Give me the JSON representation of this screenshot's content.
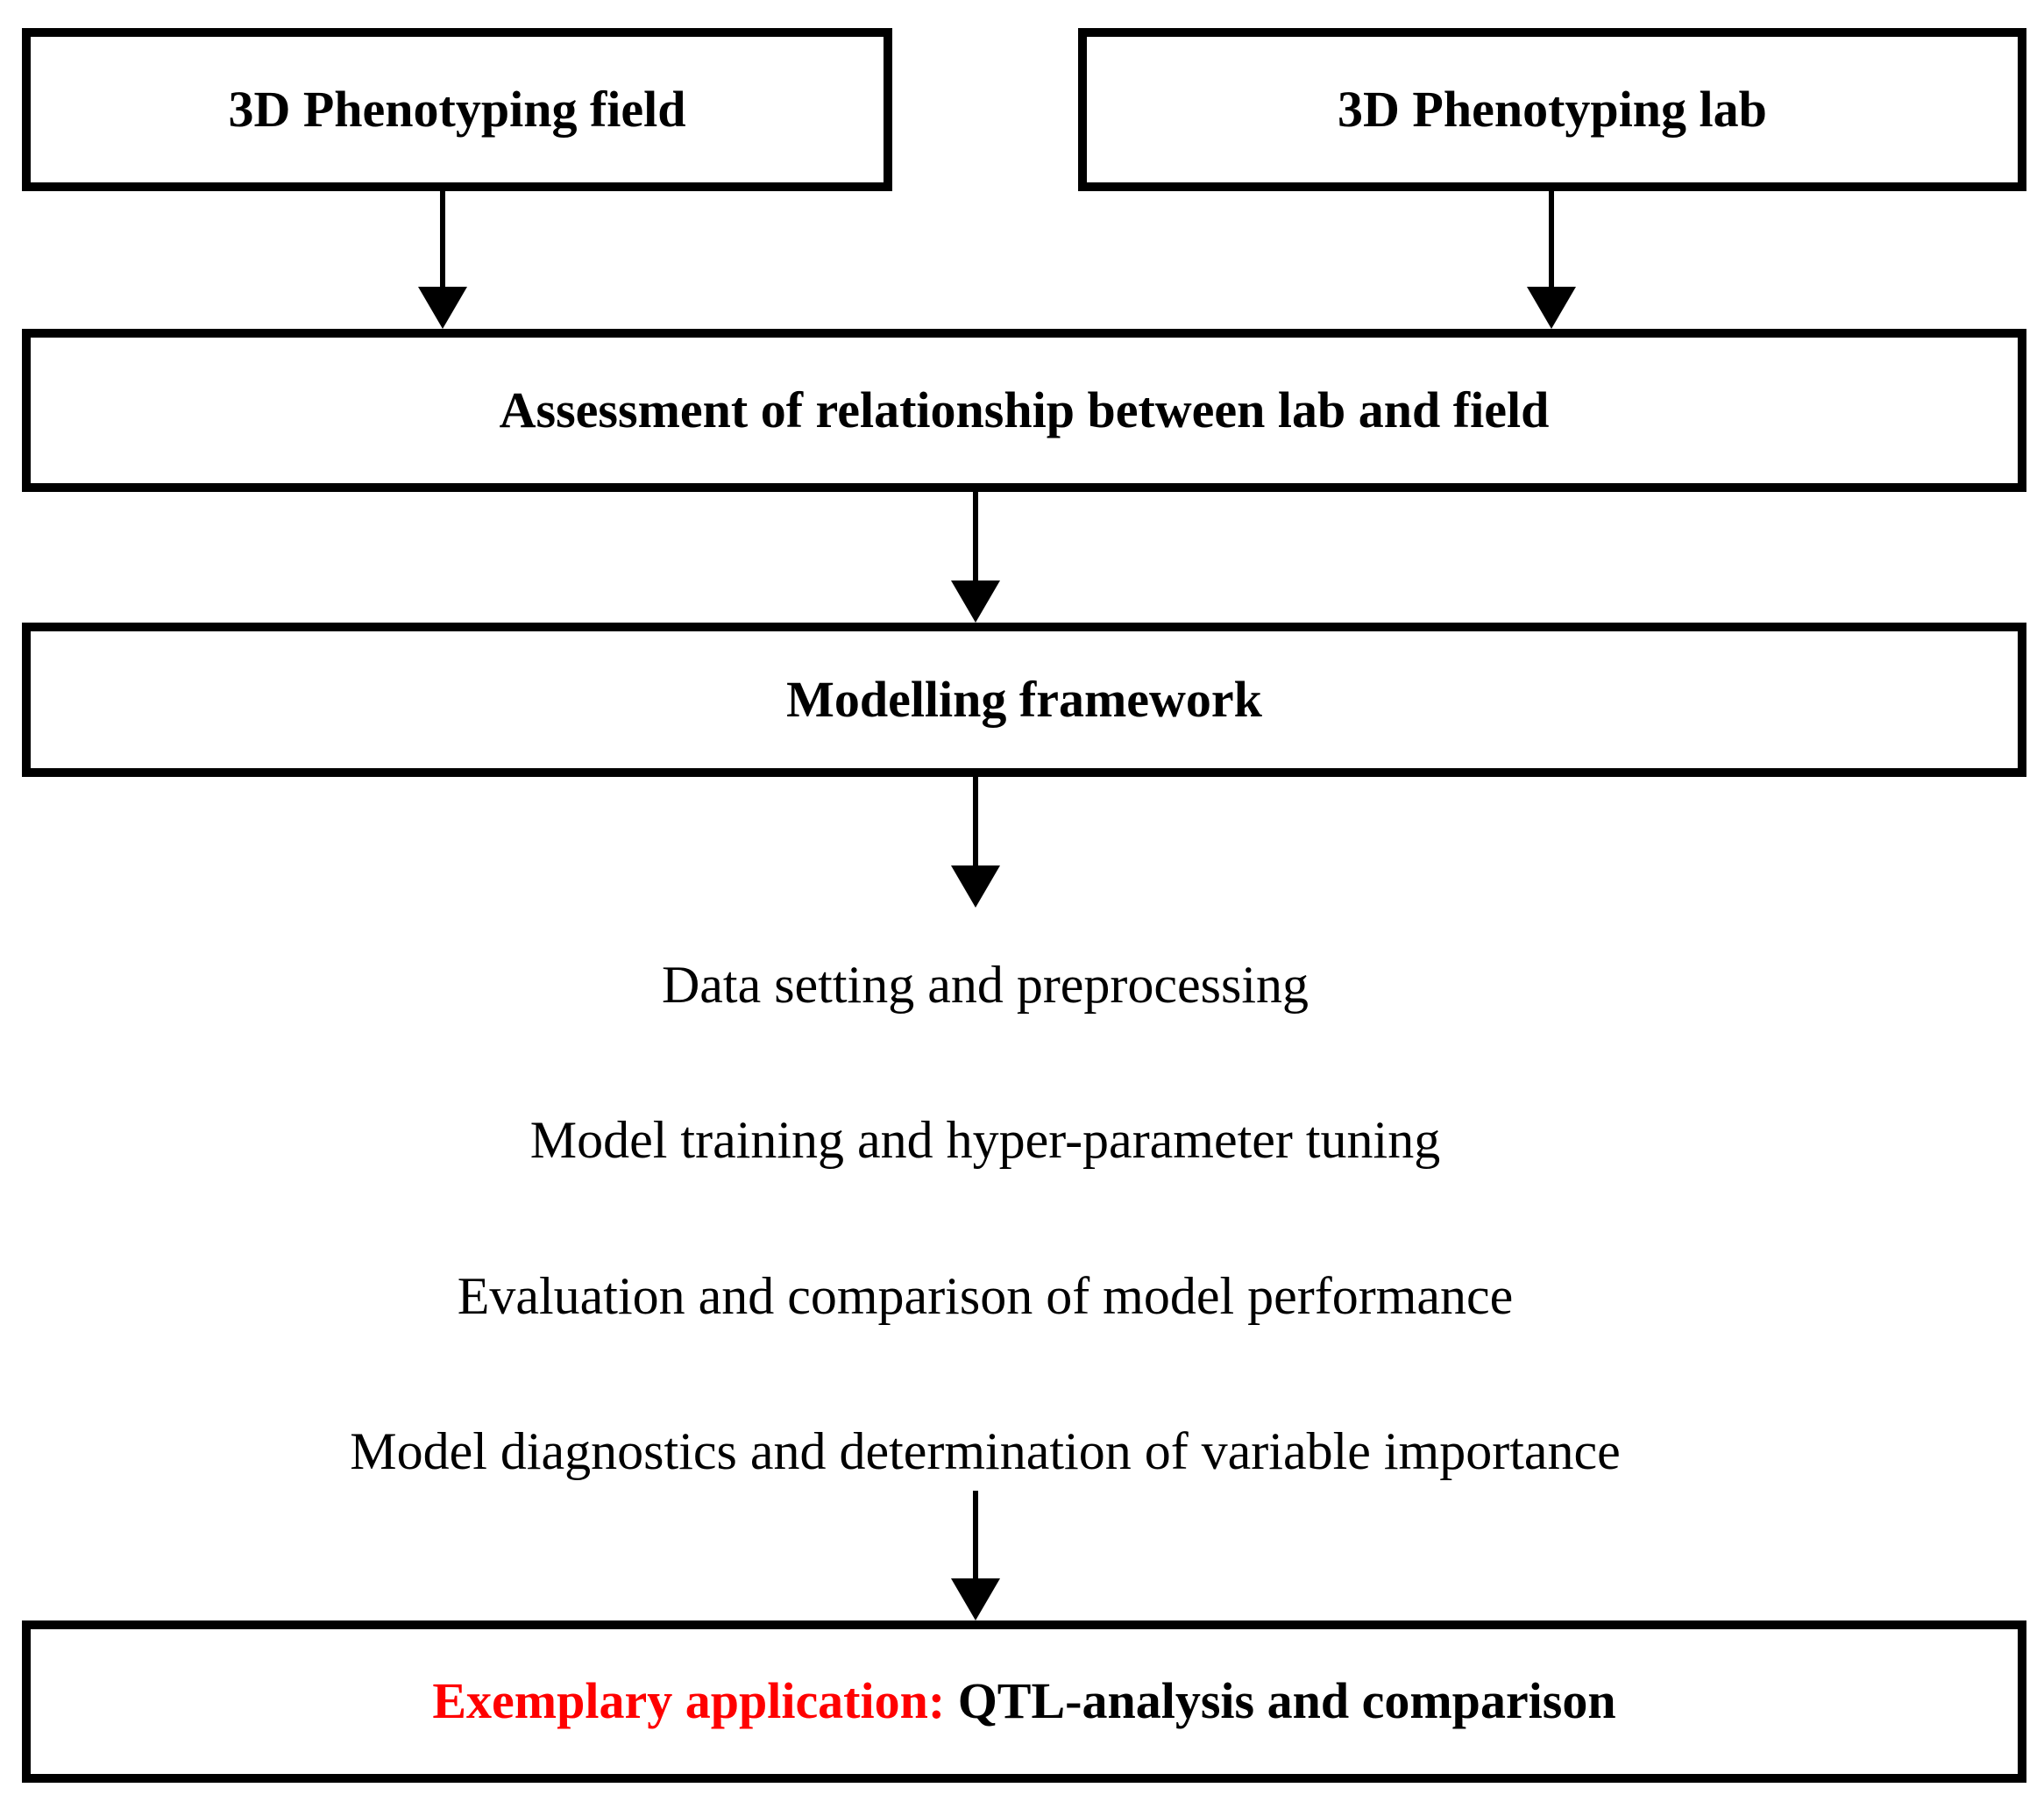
{
  "diagram": {
    "top_boxes": {
      "field": {
        "label": "3D Phenotyping field"
      },
      "lab": {
        "label": "3D Phenotyping lab"
      }
    },
    "assessment_box": {
      "label": "Assessment of relationship between lab and field"
    },
    "modelling_box": {
      "label": "Modelling framework"
    },
    "steps": [
      "Data setting and preprocessing",
      "Model training and hyper-parameter tuning",
      "Evaluation and comparison of model performance",
      "Model diagnostics and determination of variable importance"
    ],
    "final_box": {
      "highlight": "Exemplary application:",
      "rest": " QTL-analysis and comparison",
      "highlight_style": "color:#ff0000"
    },
    "colors": {
      "border": "#000000",
      "text": "#000000",
      "accent": "#ff0000",
      "background": "#ffffff"
    }
  }
}
